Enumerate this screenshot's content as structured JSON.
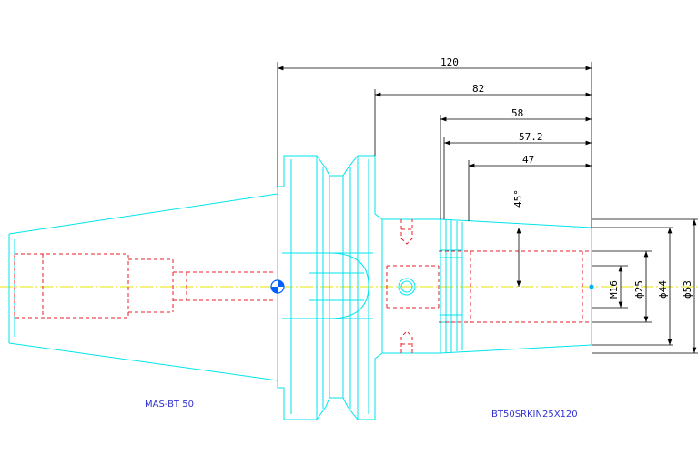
{
  "colors": {
    "background": "#ffffff",
    "outline": "#00e5ee",
    "hidden": "#e8202a",
    "centerline": "#e6e600",
    "dimension": "#000000",
    "label": "#3030d0",
    "center_mark": "#0060ff"
  },
  "dimensions": {
    "len_120": "120",
    "len_82": "82",
    "len_58": "58",
    "len_57_2": "57.2",
    "len_47": "47",
    "angle": "45°",
    "thread": "M16",
    "dia_25": "ϕ25",
    "dia_44": "ϕ44",
    "dia_53": "ϕ53"
  },
  "labels": {
    "left_part": "MAS-BT 50",
    "right_part": "BT50SRKIN25X120"
  }
}
